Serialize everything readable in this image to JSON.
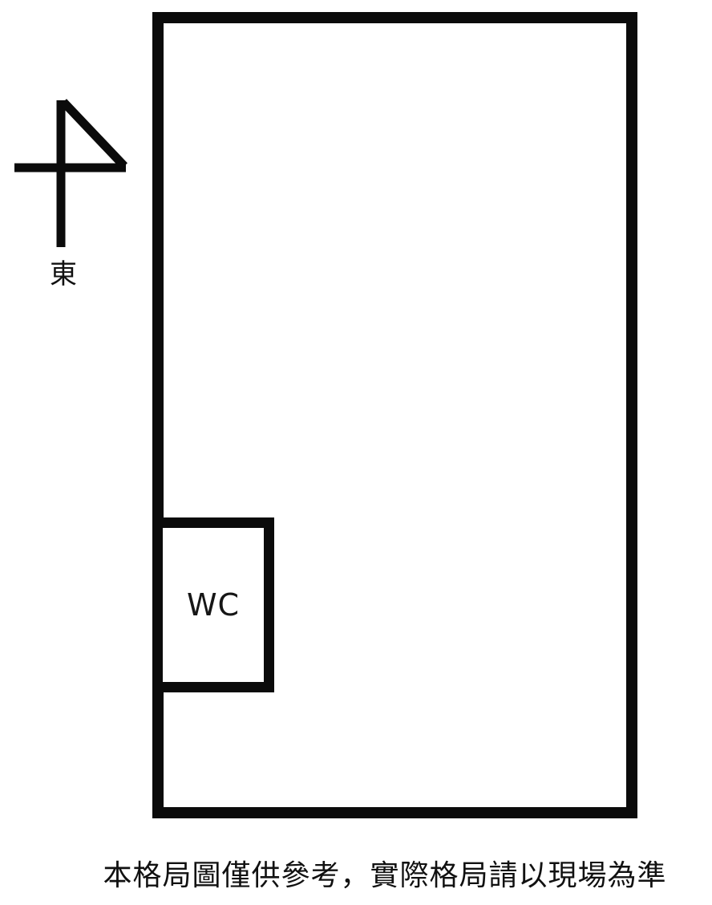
{
  "floorplan": {
    "compass": {
      "direction_label": "東"
    },
    "rooms": {
      "wc_label": "WC"
    },
    "caption": "本格局圖僅供參考，實際格局請以現場為準",
    "colors": {
      "line": "#0b0b0b",
      "background": "#ffffff"
    }
  }
}
